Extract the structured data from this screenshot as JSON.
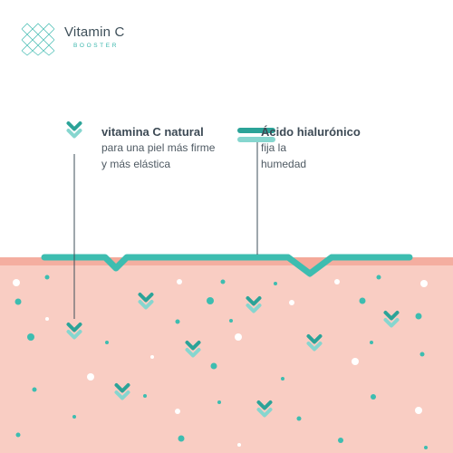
{
  "logo": {
    "title": "Vitamin C",
    "subtitle": "BOOSTER",
    "icon": "hexagon-mesh-icon"
  },
  "features": {
    "vitamin_c": {
      "title": "vitamina C natural",
      "description": "para una piel más firme\ny más elástica",
      "icon": "double-chevron-down-icon"
    },
    "hyaluronic": {
      "title": "Ácido hialurónico",
      "description": "fija la\nhumedad",
      "icon": "double-bar-icon"
    }
  },
  "colors": {
    "teal": "#3dbdb0",
    "teal_dark": "#2ba398",
    "skin": "#f9cdc3",
    "skin_edge": "#f4a99a",
    "text_dark": "#3d4a55"
  }
}
